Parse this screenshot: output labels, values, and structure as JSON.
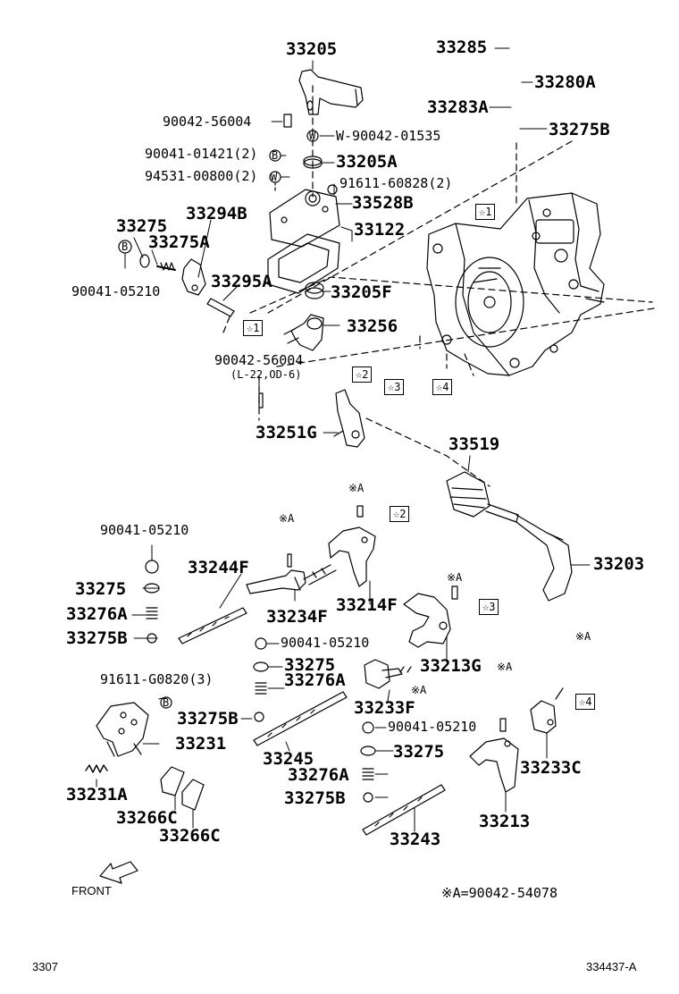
{
  "parts": [
    {
      "id": "p-33205",
      "label": "33205"
    },
    {
      "id": "p-90042-56004-top",
      "label": "90042-56004"
    },
    {
      "id": "p-90042-01535",
      "label": "W-90042-01535"
    },
    {
      "id": "p-90041-01421",
      "label": "90041-01421(2)"
    },
    {
      "id": "p-33205a",
      "label": "33205A"
    },
    {
      "id": "p-94531-00800",
      "label": "94531-00800(2)"
    },
    {
      "id": "p-91611-60828",
      "label": "91611-60828(2)"
    },
    {
      "id": "p-33528b",
      "label": "33528B"
    },
    {
      "id": "p-33275-top",
      "label": "33275"
    },
    {
      "id": "p-33294b",
      "label": "33294B"
    },
    {
      "id": "p-33275a",
      "label": "33275A"
    },
    {
      "id": "p-33122",
      "label": "33122"
    },
    {
      "id": "p-90041-05210-left",
      "label": "90041-05210"
    },
    {
      "id": "p-33295a",
      "label": "33295A"
    },
    {
      "id": "p-33205f",
      "label": "33205F"
    },
    {
      "id": "p-33256",
      "label": "33256"
    },
    {
      "id": "p-33285",
      "label": "33285"
    },
    {
      "id": "p-33280a",
      "label": "33280A"
    },
    {
      "id": "p-33283a",
      "label": "33283A"
    },
    {
      "id": "p-33275b-top",
      "label": "33275B"
    },
    {
      "id": "p-90042-56004-mid",
      "label": "90042-56004"
    },
    {
      "id": "p-90042-56004-note",
      "label": "(L-22,OD-6)"
    },
    {
      "id": "p-33251g",
      "label": "33251G"
    },
    {
      "id": "p-33519",
      "label": "33519"
    },
    {
      "id": "p-33203",
      "label": "33203"
    },
    {
      "id": "p-90041-05210-b",
      "label": "90041-05210"
    },
    {
      "id": "p-33244f",
      "label": "33244F"
    },
    {
      "id": "p-33275-b",
      "label": "33275"
    },
    {
      "id": "p-33276a-b",
      "label": "33276A"
    },
    {
      "id": "p-33275b-b",
      "label": "33275B"
    },
    {
      "id": "p-33234f",
      "label": "33234F"
    },
    {
      "id": "p-33214f",
      "label": "33214F"
    },
    {
      "id": "p-90041-05210-c",
      "label": "90041-05210"
    },
    {
      "id": "p-33275-c",
      "label": "33275"
    },
    {
      "id": "p-33276a-c",
      "label": "33276A"
    },
    {
      "id": "p-91611-g0820",
      "label": "91611-G0820(3)"
    },
    {
      "id": "p-33275b-c",
      "label": "33275B"
    },
    {
      "id": "p-33213g",
      "label": "33213G"
    },
    {
      "id": "p-33233f",
      "label": "33233F"
    },
    {
      "id": "p-33231",
      "label": "33231"
    },
    {
      "id": "p-33245",
      "label": "33245"
    },
    {
      "id": "p-90041-05210-d",
      "label": "90041-05210"
    },
    {
      "id": "p-33275-d",
      "label": "33275"
    },
    {
      "id": "p-33233c",
      "label": "33233C"
    },
    {
      "id": "p-33276a-d",
      "label": "33276A"
    },
    {
      "id": "p-33231a",
      "label": "33231A"
    },
    {
      "id": "p-33275b-d",
      "label": "33275B"
    },
    {
      "id": "p-33213",
      "label": "33213"
    },
    {
      "id": "p-33266c-1",
      "label": "33266C"
    },
    {
      "id": "p-33266c-2",
      "label": "33266C"
    },
    {
      "id": "p-33243",
      "label": "33243"
    }
  ],
  "symbols": {
    "bolt": "B",
    "washer": "W",
    "star_mark": "☆",
    "note_mark": "※A"
  },
  "refs": [
    {
      "id": "r1-top",
      "label": "☆1"
    },
    {
      "id": "r1-left",
      "label": "☆1"
    },
    {
      "id": "r2-mid",
      "label": "☆2"
    },
    {
      "id": "r3-mid",
      "label": "☆3"
    },
    {
      "id": "r4-mid",
      "label": "☆4"
    },
    {
      "id": "r2-fork",
      "label": "☆2"
    },
    {
      "id": "r3-fork",
      "label": "☆3"
    },
    {
      "id": "r4-fork",
      "label": "☆4"
    }
  ],
  "notes": [
    {
      "id": "n1",
      "label": "※A"
    },
    {
      "id": "n2",
      "label": "※A"
    },
    {
      "id": "n3",
      "label": "※A"
    },
    {
      "id": "n4",
      "label": "※A"
    },
    {
      "id": "n5",
      "label": "※A"
    },
    {
      "id": "n6",
      "label": "※A"
    }
  ],
  "legend": {
    "note": "※A=90042-54078"
  },
  "direction": {
    "label": "FRONT"
  },
  "footer": {
    "page_left": "3307",
    "page_right": "334437-A"
  }
}
